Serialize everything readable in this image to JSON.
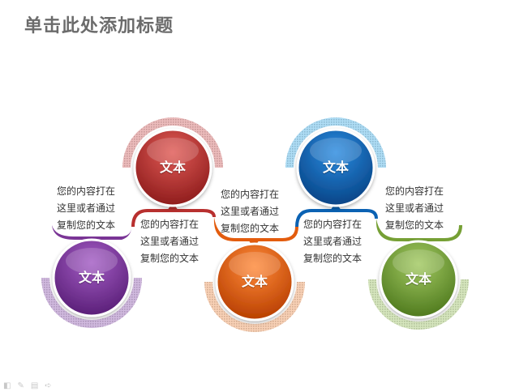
{
  "title": "单击此处添加标题",
  "nodes": [
    {
      "label": "文本",
      "text": "您的内容打在\n这里或者通过\n复制您的文本",
      "color": "#7a3596"
    },
    {
      "label": "文本",
      "text": "您的内容打在\n这里或者通过\n复制您的文本",
      "color": "#b8302f"
    },
    {
      "label": "文本",
      "text": "您的内容打在\n这里或者通过\n复制您的文本",
      "color": "#e35c0e"
    },
    {
      "label": "文本",
      "text": "您的内容打在\n这里或者通过\n复制您的文本",
      "color": "#0b62b3"
    },
    {
      "label": "文本",
      "text": "您的内容打在\n这里或者通过\n复制您的文本",
      "color": "#76a035"
    }
  ],
  "colors": {
    "purple": "#7a3596",
    "red": "#b8302f",
    "orange": "#e35c0e",
    "blue": "#0b62b3",
    "green": "#76a035"
  },
  "status_icons": [
    "slide-normal-icon",
    "pen-icon",
    "menu-icon",
    "next-icon"
  ]
}
